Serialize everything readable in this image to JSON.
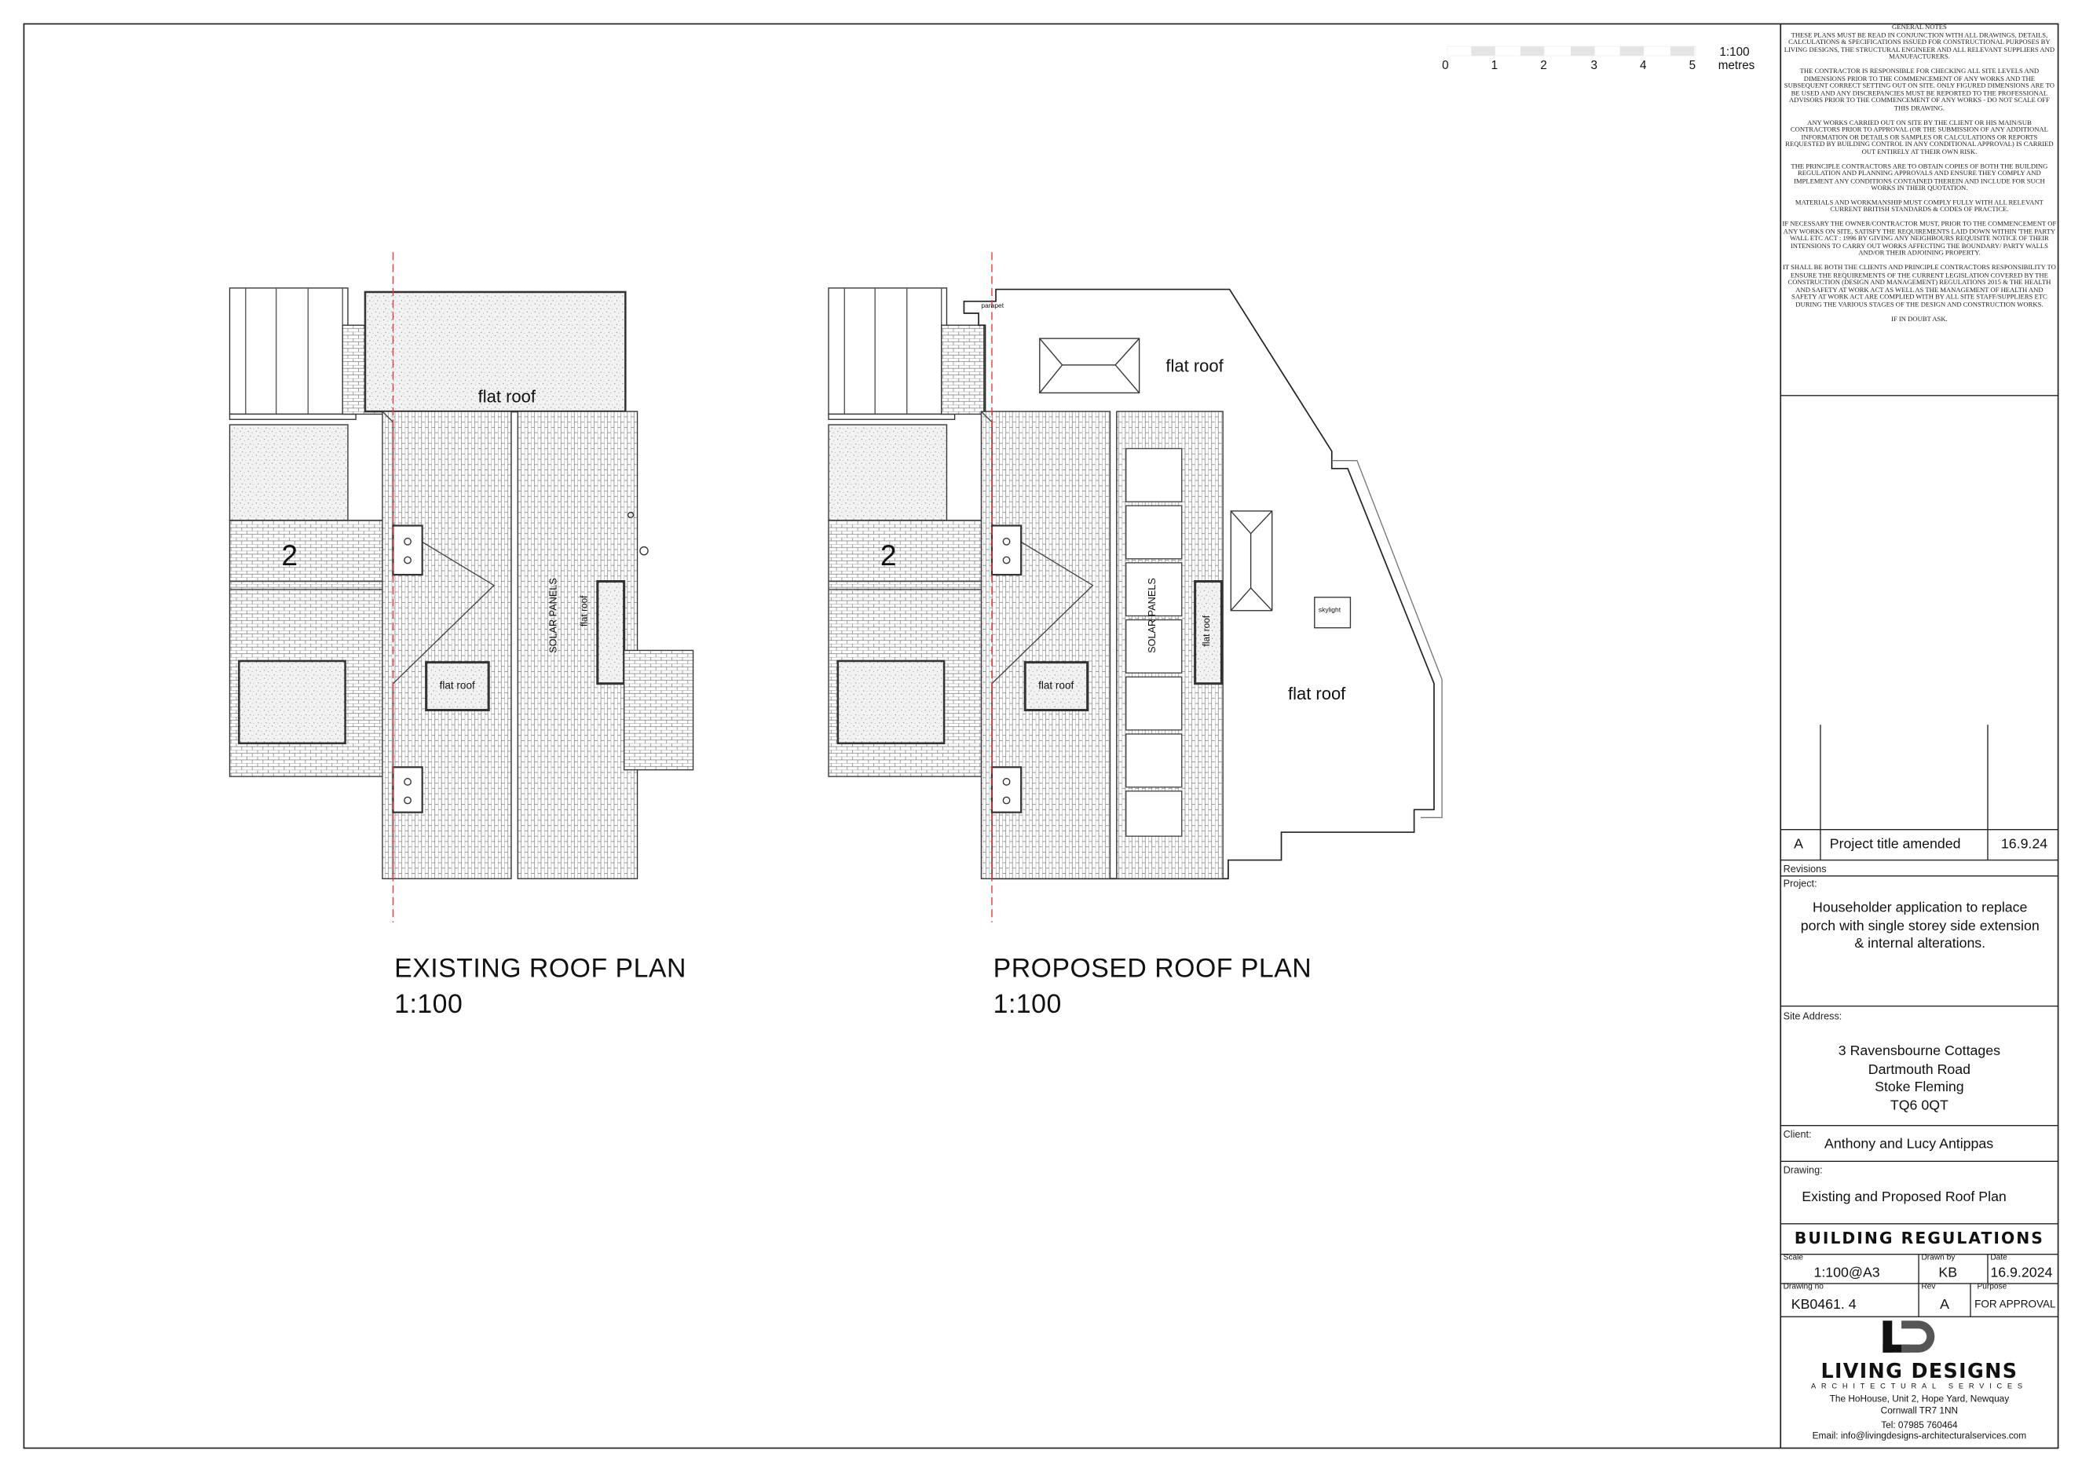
{
  "scale_bar": {
    "ticks": [
      "0",
      "1",
      "2",
      "3",
      "4",
      "5"
    ],
    "ratio": "1:100",
    "unit": "metres"
  },
  "general_notes": {
    "heading": "GENERAL NOTES",
    "paragraphs": [
      "THESE PLANS MUST BE READ IN CONJUNCTION WITH ALL DRAWINGS, DETAILS, CALCULATIONS & SPECIFICATIONS ISSUED FOR CONSTRUCTIONAL PURPOSES BY LIVING DESIGNS, THE STRUCTURAL ENGINEER AND ALL RELEVANT SUPPLIERS AND MANUFACTURERS.",
      "THE CONTRACTOR IS RESPONSIBLE FOR CHECKING ALL SITE LEVELS AND DIMENSIONS PRIOR TO THE COMMENCEMENT OF ANY WORKS AND THE SUBSEQUENT CORRECT SETTING OUT ON SITE. ONLY FIGURED DIMENSIONS ARE TO BE USED AND ANY DISCREPANCIES MUST BE REPORTED TO THE PROFESSIONAL ADVISORS PRIOR TO THE COMMENCEMENT OF ANY WORKS - DO NOT SCALE OFF THIS DRAWING.",
      "ANY WORKS CARRIED OUT ON SITE BY THE CLIENT OR HIS MAIN/SUB CONTRACTORS PRIOR TO APPROVAL (OR THE SUBMISSION OF ANY ADDITIONAL INFORMATION OR DETAILS OR SAMPLES OR CALCULATIONS OR REPORTS REQUESTED BY BUILDING CONTROL IN ANY CONDITIONAL APPROVAL) IS CARRIED OUT ENTIRELY AT THEIR OWN RISK.",
      "THE PRINCIPLE CONTRACTORS ARE TO OBTAIN COPIES OF BOTH THE BUILDING REGULATION AND PLANNING APPROVALS AND ENSURE THEY COMPLY AND IMPLEMENT ANY CONDITIONS CONTAINED THEREIN AND INCLUDE FOR SUCH WORKS IN THEIR QUOTATION.",
      "MATERIALS AND WORKMANSHIP MUST COMPLY FULLY WITH ALL RELEVANT CURRENT BRITISH STANDARDS & CODES OF PRACTICE.",
      "IF NECESSARY THE OWNER/CONTRACTOR MUST, PRIOR TO THE COMMENCEMENT OF ANY WORKS ON SITE, SATISFY THE REQUIREMENTS LAID DOWN WITHIN 'THE PARTY WALL ETC ACT : 1996 BY GIVING ANY NEIGHBOURS REQUISITE NOTICE OF THEIR INTENSIONS TO CARRY OUT WORKS AFFECTING THE BOUNDARY/ PARTY WALLS AND/OR THEIR ADJOINING PROPERTY.",
      "IT SHALL BE BOTH THE CLIENTS AND PRINCIPLE CONTRACTORS RESPONSIBILITY TO ENSURE THE REQUIREMENTS OF THE CURRENT LEGISLATION COVERED BY THE CONSTRUCTION (DESIGN AND MANAGEMENT) REGULATIONS 2015 & THE HEALTH AND SAFETY AT WORK ACT AS WELL AS THE MANAGEMENT OF HEALTH AND SAFETY AT WORK ACT ARE COMPLIED WITH BY ALL SITE STAFF/SUPPLIERS ETC DURING THE VARIOUS STAGES OF THE DESIGN AND CONSTRUCTION WORKS.",
      "IF IN DOUBT ASK."
    ]
  },
  "revision": {
    "rev": "A",
    "description": "Project title amended",
    "date": "16.9.24",
    "label": "Revisions"
  },
  "project": {
    "label": "Project:",
    "text": "Householder application to replace porch with single storey side extension & internal alterations."
  },
  "site": {
    "label": "Site Address:",
    "lines": [
      "3 Ravensbourne Cottages",
      "Dartmouth Road",
      "Stoke Fleming",
      "TQ6 0QT"
    ]
  },
  "client": {
    "label": "Client:",
    "name": "Anthony and Lucy Antippas"
  },
  "drawing": {
    "label": "Drawing:",
    "title": "Existing and Proposed Roof Plan"
  },
  "stage": "BUILDING REGULATIONS",
  "meta": {
    "scale_label": "Scale",
    "scale": "1:100@A3",
    "drawn_by_label": "Drawn by",
    "drawn_by": "KB",
    "date_label": "Date",
    "date": "16.9.2024",
    "drawing_no_label": "Drawing no",
    "drawing_no": "KB0461. 4",
    "rev_label": "Rev",
    "rev": "A",
    "purpose_label": "Purpose",
    "purpose": "FOR APPROVAL"
  },
  "company": {
    "logo": "LD",
    "name": "LIVING DESIGNS",
    "tagline": "ARCHITECTURAL SERVICES",
    "address1": "The HoHouse, Unit 2, Hope Yard, Newquay",
    "address2": "Cornwall TR7 1NN",
    "tel": "Tel: 07985 760464",
    "email": "Email: info@livingdesigns-architecturalservices.com"
  },
  "existing_plan": {
    "title": "EXISTING ROOF PLAN",
    "scale": "1:100",
    "house_number": "2",
    "flat_roof_main": "flat roof",
    "flat_roof_small": "flat roof",
    "flat_roof_side": "flat roof",
    "solar": "SOLAR PANELS"
  },
  "proposed_plan": {
    "title": "PROPOSED ROOF PLAN",
    "scale": "1:100",
    "house_number": "2",
    "parapet": "parapet",
    "flat_roof_top": "flat roof",
    "flat_roof_bottom": "flat roof",
    "flat_roof_small": "flat roof",
    "flat_roof_side": "flat roof",
    "solar": "SOLAR PANELS",
    "skylight": "skylight"
  }
}
